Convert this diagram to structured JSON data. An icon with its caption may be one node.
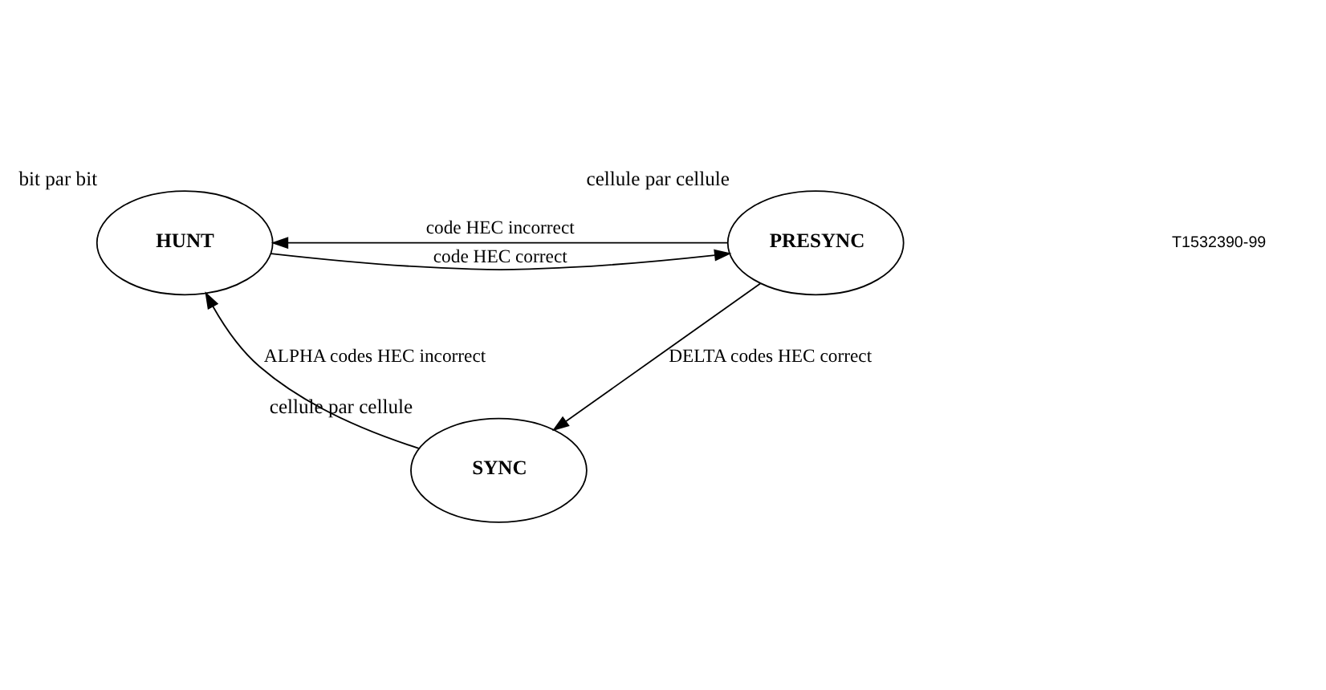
{
  "diagram": {
    "nodes": [
      {
        "text": [
          "HUNT"
        ],
        "beside": [
          "bit par bit"
        ]
      },
      {
        "text": [
          "PRESYNC"
        ],
        "beside": [
          "cellule par cellule"
        ]
      },
      {
        "text": [
          "SYNC"
        ],
        "beside": [
          "cellule par cellule"
        ]
      }
    ],
    "edges": [
      {
        "from": 0,
        "to": 1,
        "arrow": "to",
        "label": "code HEC correct"
      },
      {
        "from": 1,
        "to": 0,
        "arrow": "to",
        "label": "code HEC incorrect"
      },
      {
        "from": 1,
        "to": 2,
        "arrow": "to",
        "label": "DELTA codes HEC correct"
      },
      {
        "from": 2,
        "to": 0,
        "arrow": "to",
        "label": "ALPHA codes HEC incorrect"
      }
    ],
    "labels": [
      "T1532390-99"
    ]
  }
}
